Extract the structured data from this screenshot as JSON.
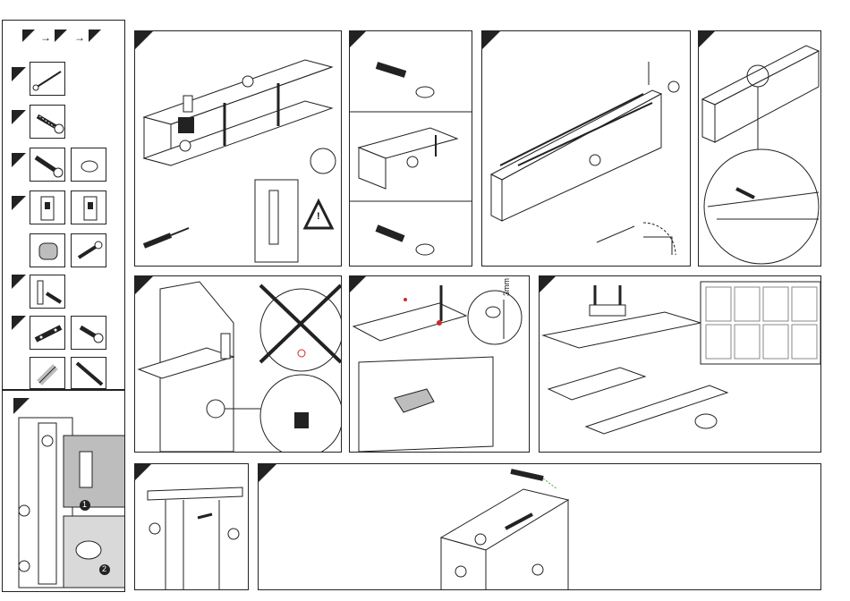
{
  "sequence": {
    "arrow_1": "→",
    "arrow_2": "→"
  },
  "annotations": {
    "gap_label": "3mm",
    "marker_1": "1",
    "marker_2": "2",
    "warning_symbol": "!"
  },
  "colors": {
    "line": "#222222",
    "fill_gray": "#bdbdbd",
    "dark": "#333333",
    "accent_red": "#cc2a2a",
    "accent_green": "#3aaa3a"
  },
  "icons": [
    "nail",
    "screw",
    "dowel",
    "cam-lock",
    "hinge",
    "plastic-plug",
    "drawer-runner",
    "pencil",
    "drill",
    "hammer",
    "hex-key",
    "tape-measure"
  ]
}
